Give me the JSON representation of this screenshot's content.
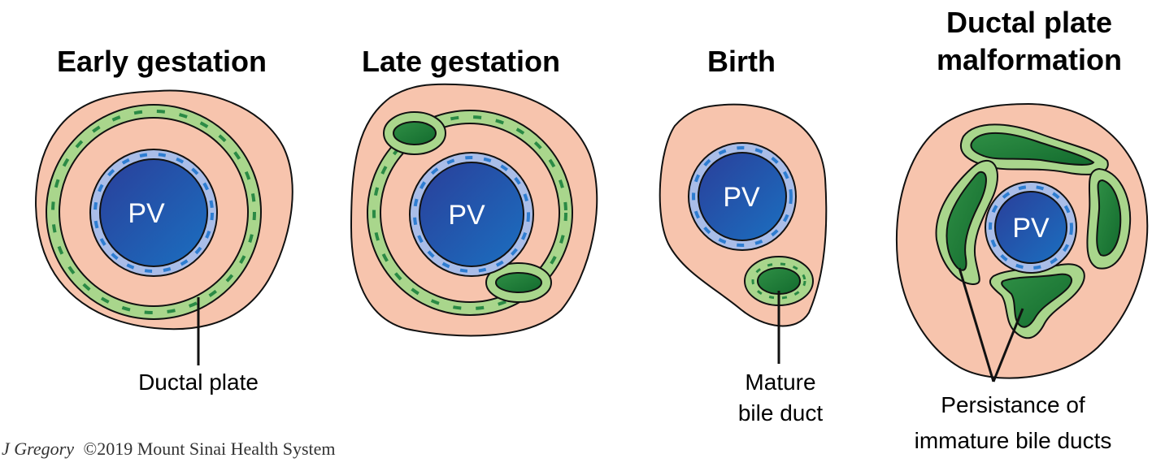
{
  "colors": {
    "tissue": "#f7c4ad",
    "ductal_plate": "#a9d68c",
    "cell_dash": "#2a8a45",
    "bile_duct_lumen": "#1f7a3a",
    "vein_wall": "#a9bde8",
    "vein_nucleus": "#2e7dd1",
    "vein_lumen": "#1e4b9e",
    "outline": "#111111"
  },
  "panels": [
    {
      "title": "Early gestation",
      "vein_label": "PV",
      "callout": "Ductal plate"
    },
    {
      "title": "Late gestation",
      "vein_label": "PV"
    },
    {
      "title": "Birth",
      "vein_label": "PV",
      "callout_line1": "Mature",
      "callout_line2": "bile duct"
    },
    {
      "title_line1": "Ductal plate",
      "title_line2": "malformation",
      "vein_label": "PV",
      "callout_line1": "Persistance of",
      "callout_line2": "immature bile ducts"
    }
  ],
  "credit": {
    "name": "J Gregory",
    "rest": "©2019 Mount Sinai Health System"
  }
}
